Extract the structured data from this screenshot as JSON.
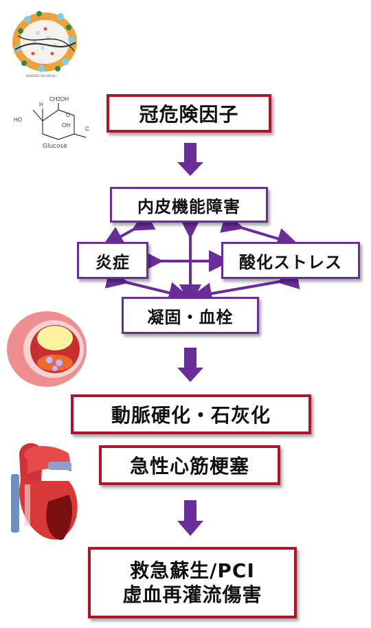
{
  "colors": {
    "red_border": "#b3122a",
    "purple": "#6a2c99"
  },
  "nodes": {
    "risk_factors": "冠危険因子",
    "endothelial_dysfunction": "内皮機能障害",
    "inflammation": "炎症",
    "oxidative_stress": "酸化ストレス",
    "coagulation": "凝固・血栓",
    "atherosclerosis": "動脈硬化・石灰化",
    "ami": "急性心筋梗塞",
    "cpr_pci": "救急蘇生/PCI",
    "reperfusion": "虚血再灌流傷害"
  },
  "illustrations": {
    "ldl_caption": "OXIDIZED LDL(OXLDL)",
    "glucose_caption": "Glucose",
    "glucose_labels": {
      "h": "H",
      "ho": "HO",
      "oh": "OH",
      "o": "O",
      "ch2oh": "CH2OH",
      "c": "C"
    }
  }
}
